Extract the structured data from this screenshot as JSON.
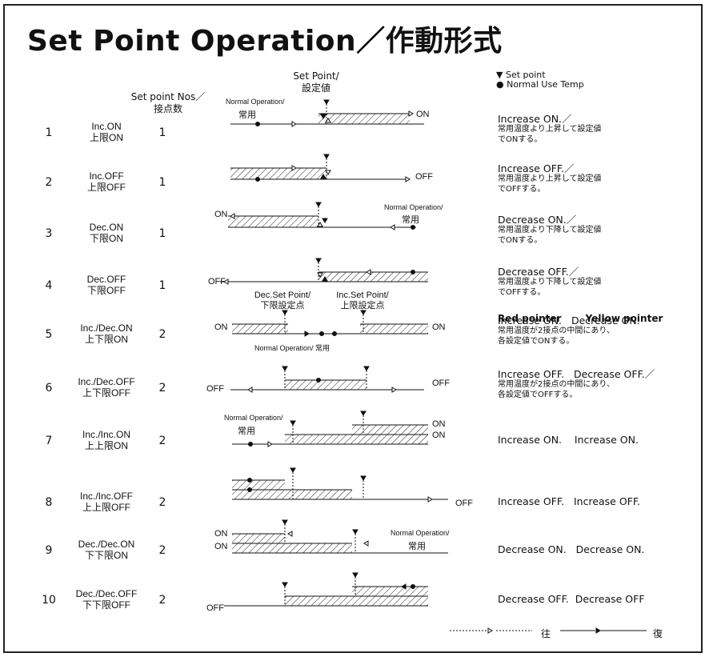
{
  "title": "Set Point Operation／作動形式",
  "header": {
    "set_point": "Set Point/\n設定値",
    "set_point_nos": "Set point Nos／\n接点数"
  },
  "legend": {
    "set_point": "▼ Set point",
    "normal_use_temp": "● Normal Use Temp"
  },
  "pointers": {
    "red": "Red pointer",
    "yellow": "Yellow pointer"
  },
  "diagram_labels": {
    "normal_operation": "Normal Operation/",
    "normal_jp": "常用",
    "on": "ON",
    "off": "OFF",
    "dec_set_point": "Dec.Set Point/\n下限設定点",
    "inc_set_point": "Inc.Set Point/\n上限設定点",
    "normal_row5": "Normal Operation/ 常用"
  },
  "rows": [
    {
      "no": "1",
      "mode": "Inc.ON\n上限ON",
      "nos": "1",
      "desc1": "Increase ON.／",
      "desc2": "常用温度より上昇して設定値\nでONする。"
    },
    {
      "no": "2",
      "mode": "Inc.OFF\n上限OFF",
      "nos": "1",
      "desc1": "Increase OFF.／",
      "desc2": "常用温度より上昇して設定値\nでOFFする。"
    },
    {
      "no": "3",
      "mode": "Dec.ON\n下限ON",
      "nos": "1",
      "desc1": "Decrease ON.／",
      "desc2": "常用温度より下降して設定値\nでONする。"
    },
    {
      "no": "4",
      "mode": "Dec.OFF\n下限OFF",
      "nos": "1",
      "desc1": "Decrease OFF.／",
      "desc2": "常用温度より下降して設定値\nでOFFする。"
    },
    {
      "no": "5",
      "mode": "Inc./Dec.ON\n上下限ON",
      "nos": "2",
      "desc1": "Increase ON.   Decrease ON.",
      "desc2": "常用温度が2接点の中間にあり、\n各設定値でONする。"
    },
    {
      "no": "6",
      "mode": "Inc./Dec.OFF\n上下限OFF",
      "nos": "2",
      "desc1": "Increase OFF.   Decrease OFF.／",
      "desc2": "常用温度が2接点の中間にあり、\n各設定値でOFFする。"
    },
    {
      "no": "7",
      "mode": "Inc./Inc.ON\n上上限ON",
      "nos": "2",
      "desc1": "Increase ON.    Increase ON.",
      "desc2": ""
    },
    {
      "no": "8",
      "mode": "Inc./Inc.OFF\n上上限OFF",
      "nos": "2",
      "desc1": "Increase OFF.   Increase OFF.",
      "desc2": ""
    },
    {
      "no": "9",
      "mode": "Dec./Dec.ON\n下下限ON",
      "nos": "2",
      "desc1": "Decrease ON.   Decrease ON.",
      "desc2": ""
    },
    {
      "no": "10",
      "mode": "Dec./Dec.OFF\n下下限OFF",
      "nos": "2",
      "desc1": "Decrease OFF.  Decrease OFF",
      "desc2": ""
    }
  ],
  "bottom_legend": {
    "forward": "往",
    "return": "復"
  }
}
